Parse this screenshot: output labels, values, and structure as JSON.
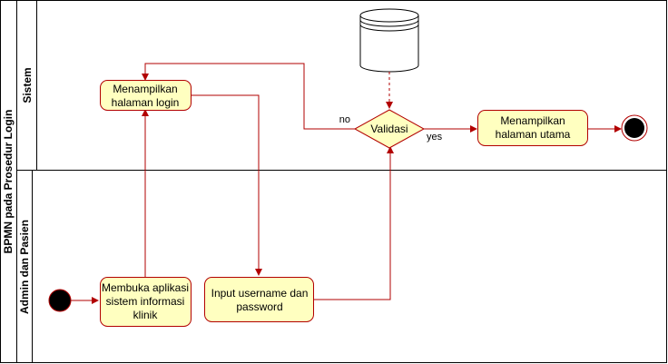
{
  "pool": {
    "title": "BPMN pada Prosedur Login",
    "lanes": [
      {
        "id": "sistem",
        "label": "Sistem"
      },
      {
        "id": "admin",
        "label": "Admin dan Pasien"
      }
    ]
  },
  "nodes": {
    "show_login": {
      "lines": [
        "Menampilkan",
        "halaman login"
      ]
    },
    "open_app": {
      "lines": [
        "Membuka aplikasi",
        "sistem informasi",
        "klinik"
      ]
    },
    "input_credentials": {
      "lines": [
        "Input username dan",
        "password"
      ]
    },
    "validate": {
      "label": "Validasi"
    },
    "show_main": {
      "lines": [
        "Menampilkan",
        "halaman utama"
      ]
    }
  },
  "edges": {
    "no_label": "no",
    "yes_label": "yes"
  },
  "colors": {
    "stroke": "#b20000",
    "fill": "#ffffc0",
    "event_fill": "#000000"
  }
}
